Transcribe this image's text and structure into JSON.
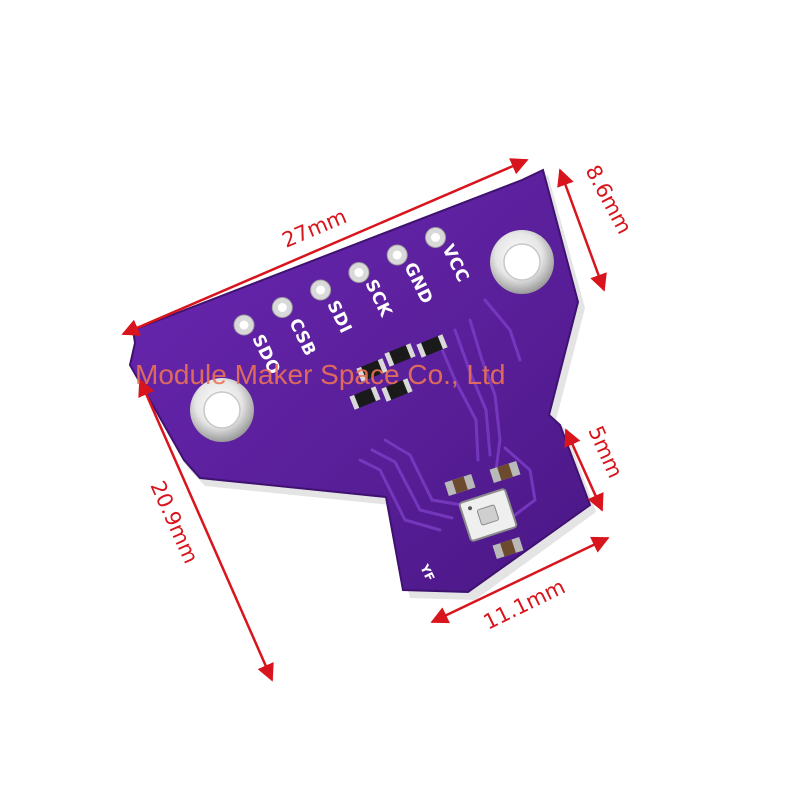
{
  "dimensions": {
    "width_label": "27mm",
    "tab_label": "8.6mm",
    "height_label": "20.9mm",
    "step_label": "5mm",
    "bottom_label": "11.1mm"
  },
  "board": {
    "pins": [
      "SDO",
      "CSB",
      "SDI",
      "SCK",
      "GND",
      "VCC"
    ],
    "maker_mark": "YF"
  },
  "watermark": "Module Maker Space Co., Ltd",
  "colors": {
    "board_purple": "#5a1f9a",
    "board_edge": "#3f1270",
    "dimension_red": "#d8151c",
    "watermark": "#ec7255",
    "silkscreen": "#ffffff"
  }
}
